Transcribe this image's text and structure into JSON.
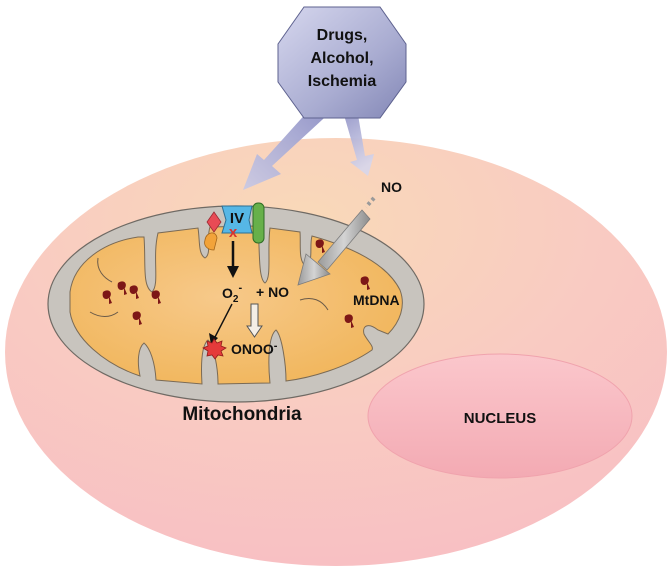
{
  "stressor": {
    "lines": [
      "Drugs,",
      "Alcohol,",
      "Ischemia"
    ],
    "fill": "#b4b6d6"
  },
  "labels": {
    "complex_iv": "IV",
    "no_top": "NO",
    "superoxide_base": "O",
    "superoxide_sub": "2",
    "superoxide_sup": "-",
    "plus_no": "+ NO",
    "peroxynitrite": "ONOO",
    "peroxynitrite_sup": "-",
    "mtdna": "MtDNA",
    "mitochondria": "Mitochondria",
    "nucleus": "NUCLEUS"
  },
  "colors": {
    "cell_fill": "#f9c8c4",
    "cell_top_tint": "#f9d6b8",
    "mito_outer": "#c6c3bd",
    "mito_inner": "#f5bf6a",
    "nucleus_fill": "#f7b7bd",
    "mtdna": "#7d1717",
    "onoo_burst": "#e53a3a",
    "complex_blue": "#56b7e6",
    "complex_red": "#e84b55",
    "complex_orange": "#f2a33a",
    "complex_green": "#67b04a"
  }
}
